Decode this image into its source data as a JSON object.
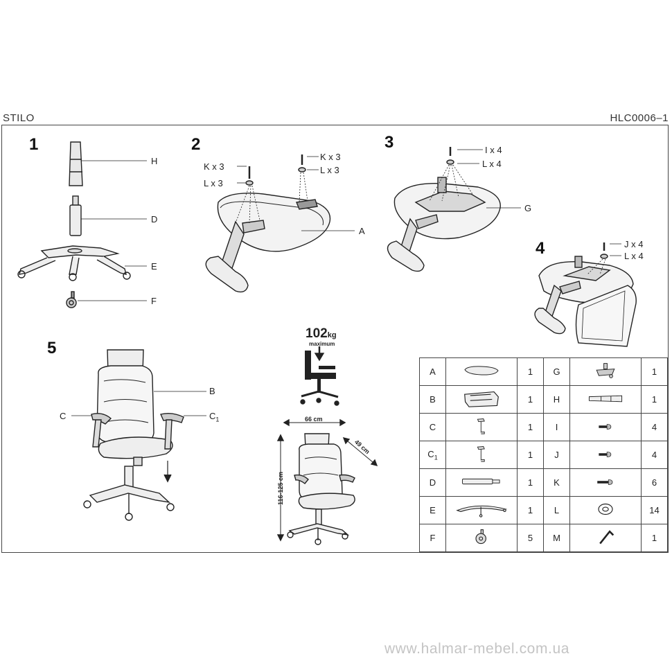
{
  "header": {
    "model": "STILO",
    "code": "HLC0006–1"
  },
  "steps": {
    "s1": "1",
    "s2": "2",
    "s3": "3",
    "s4": "4",
    "s5": "5"
  },
  "step1_labels": {
    "h": "H",
    "d": "D",
    "e": "E",
    "f": "F"
  },
  "step2_labels": {
    "k_left": "K x 3",
    "l_left": "L x 3",
    "k_right": "K x 3",
    "l_right": "L x 3",
    "a": "A"
  },
  "step3_labels": {
    "i": "I x 4",
    "l": "L x 4",
    "g": "G"
  },
  "step4_labels": {
    "j": "J x 4",
    "l": "L x 4"
  },
  "step5_labels": {
    "b": "B",
    "c": "C",
    "c1": "C",
    "c1_sub": "1"
  },
  "load": {
    "value": "102",
    "unit": "kg",
    "caption": "maximum"
  },
  "dimensions": {
    "width": "66 cm",
    "depth": "49 cm",
    "height": "116-125 cm"
  },
  "parts_table": [
    {
      "left": {
        "letter": "A",
        "sub": "",
        "icon": "seat-icon",
        "qty": "1"
      },
      "right": {
        "letter": "G",
        "sub": "",
        "icon": "mechanism-icon",
        "qty": "1"
      }
    },
    {
      "left": {
        "letter": "B",
        "sub": "",
        "icon": "backrest-icon",
        "qty": "1"
      },
      "right": {
        "letter": "H",
        "sub": "",
        "icon": "gas-lift-cover-icon",
        "qty": "1"
      }
    },
    {
      "left": {
        "letter": "C",
        "sub": "",
        "icon": "armrest-icon",
        "qty": "1"
      },
      "right": {
        "letter": "I",
        "sub": "",
        "icon": "bolt-icon",
        "qty": "4"
      }
    },
    {
      "left": {
        "letter": "C",
        "sub": "1",
        "icon": "armrest-icon",
        "qty": "1"
      },
      "right": {
        "letter": "J",
        "sub": "",
        "icon": "bolt-icon",
        "qty": "4"
      }
    },
    {
      "left": {
        "letter": "D",
        "sub": "",
        "icon": "gas-lift-icon",
        "qty": "1"
      },
      "right": {
        "letter": "K",
        "sub": "",
        "icon": "long-bolt-icon",
        "qty": "6"
      }
    },
    {
      "left": {
        "letter": "E",
        "sub": "",
        "icon": "star-base-icon",
        "qty": "1"
      },
      "right": {
        "letter": "L",
        "sub": "",
        "icon": "washer-icon",
        "qty": "14"
      }
    },
    {
      "left": {
        "letter": "F",
        "sub": "",
        "icon": "caster-icon",
        "qty": "5"
      },
      "right": {
        "letter": "M",
        "sub": "",
        "icon": "hex-key-icon",
        "qty": "1"
      }
    }
  ],
  "footer": {
    "website": "www.halmar-mebel.com.ua"
  }
}
